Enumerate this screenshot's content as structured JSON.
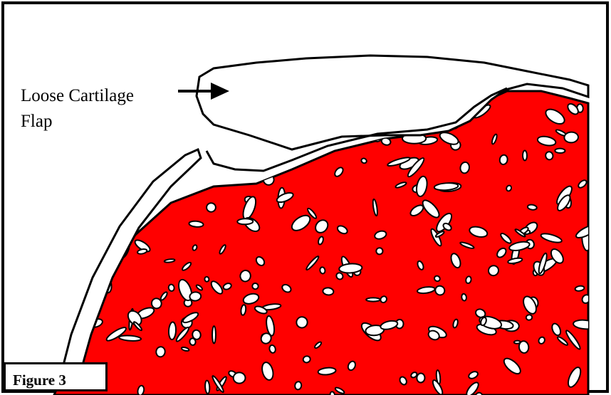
{
  "annotation": {
    "label_line1": "Loose Cartilage",
    "label_line2": "Flap"
  },
  "caption": "Figure 3",
  "colors": {
    "bone_tissue": "#ff0000",
    "outline": "#000000",
    "background": "#ffffff"
  }
}
